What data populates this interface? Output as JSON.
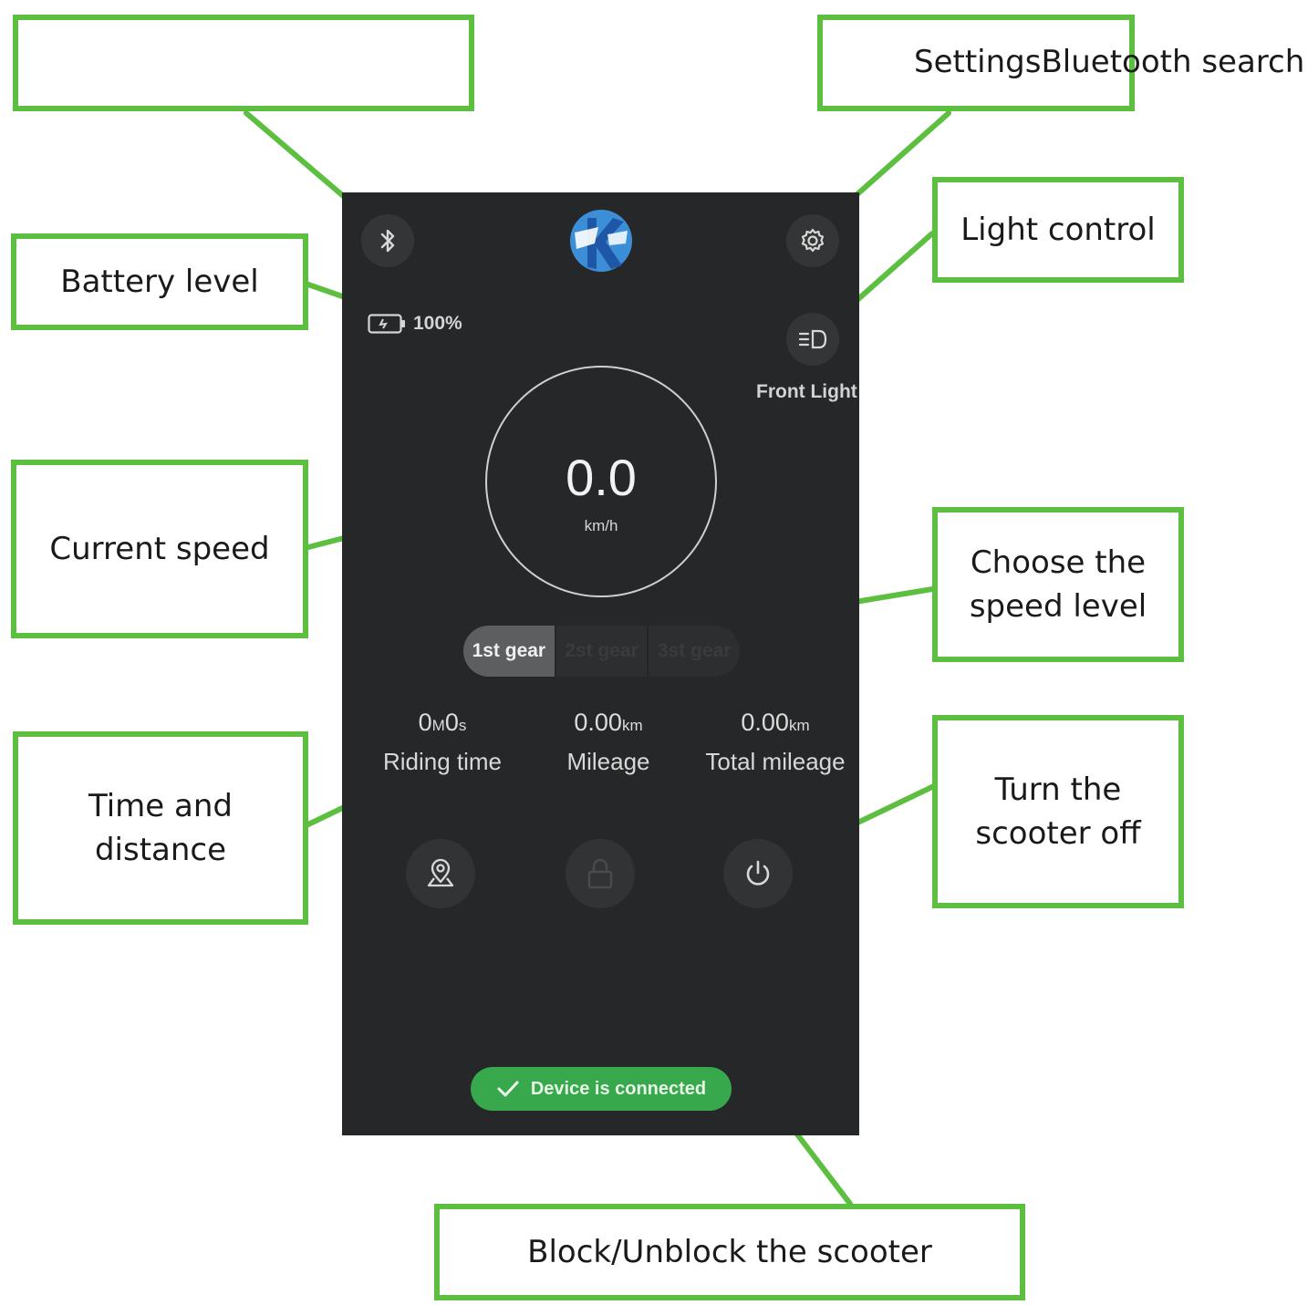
{
  "annotations": {
    "bluetooth_search": [],
    "settings": [
      "SettingsBluetooth search"
    ],
    "battery_level": [
      "Battery level"
    ],
    "light_control": [
      "Light control"
    ],
    "current_speed": [
      "Current speed"
    ],
    "speed_level": [
      "Choose the",
      "speed level"
    ],
    "time_distance": [
      "Time and",
      "distance"
    ],
    "power_off": [
      "Turn the",
      "scooter off"
    ],
    "lock": [
      "Block/Unblock the scooter"
    ]
  },
  "phone": {
    "battery": "100%",
    "front_light_label": "Front Light",
    "speed": {
      "value": "0.0",
      "unit": "km/h"
    },
    "gears": [
      {
        "label": "1st gear",
        "active": true
      },
      {
        "label": "2st gear",
        "active": false
      },
      {
        "label": "3st gear",
        "active": false
      }
    ],
    "stats": {
      "riding_time": {
        "value_parts": [
          "0",
          "M",
          "0",
          "s"
        ],
        "label": "Riding time"
      },
      "mileage": {
        "value": "0.00",
        "unit": "km",
        "label": "Mileage"
      },
      "total_mileage": {
        "value": "0.00",
        "unit": "km",
        "label": "Total mileage"
      }
    },
    "toast": "Device is connected",
    "icons": {
      "top_left": "bluetooth-icon",
      "top_right": "gear-icon",
      "light": "headlight-icon",
      "bottom_left": "location-pin-icon",
      "bottom_center": "lock-icon",
      "bottom_right": "power-icon"
    }
  },
  "colors": {
    "callout_green": "#5cbf3f",
    "screen_bg": "#262728",
    "toast_green": "#37a84b"
  }
}
